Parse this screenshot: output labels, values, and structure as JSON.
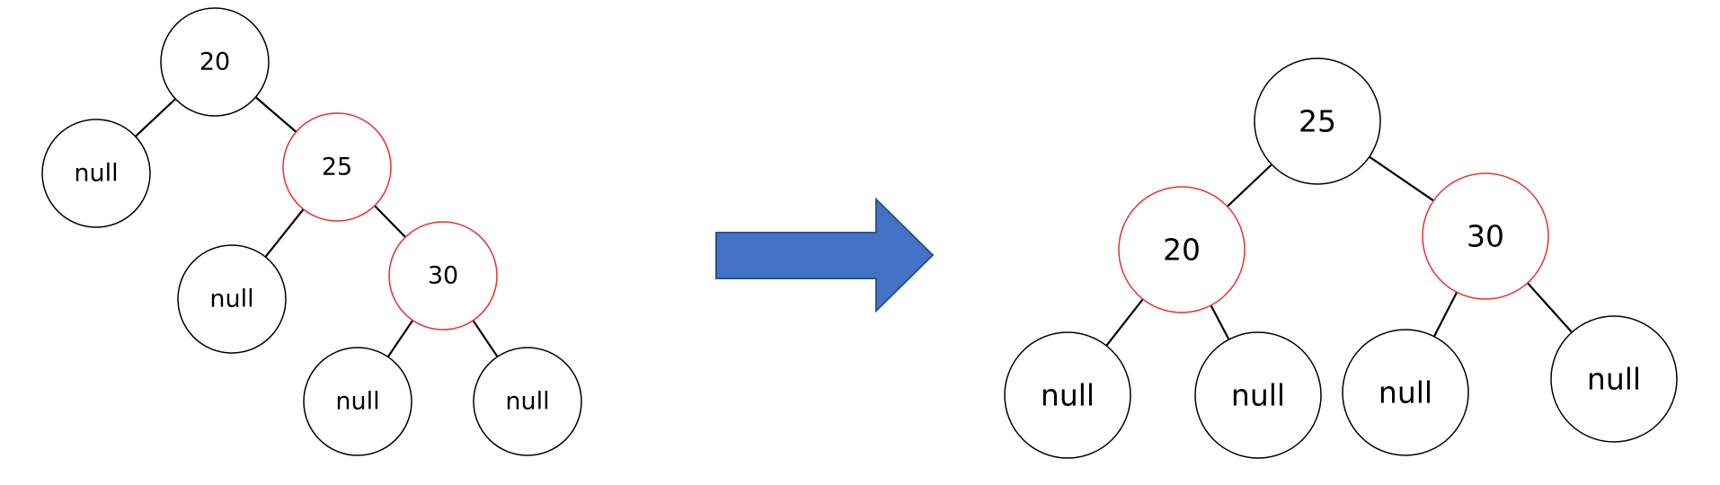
{
  "colors": {
    "black_node": "#000000",
    "red_node": "#e8302e",
    "arrow_fill": "#4472c4",
    "arrow_stroke": "#2f528f"
  },
  "before_tree": {
    "nodes": [
      {
        "id": "b20",
        "label": "20",
        "color": "black"
      },
      {
        "id": "bnull1",
        "label": "null",
        "color": "black"
      },
      {
        "id": "b25",
        "label": "25",
        "color": "red"
      },
      {
        "id": "bnull2",
        "label": "null",
        "color": "black"
      },
      {
        "id": "b30",
        "label": "30",
        "color": "red"
      },
      {
        "id": "bnull3",
        "label": "null",
        "color": "black"
      },
      {
        "id": "bnull4",
        "label": "null",
        "color": "black"
      }
    ],
    "edges": [
      [
        "b20",
        "bnull1"
      ],
      [
        "b20",
        "b25"
      ],
      [
        "b25",
        "bnull2"
      ],
      [
        "b25",
        "b30"
      ],
      [
        "b30",
        "bnull3"
      ],
      [
        "b30",
        "bnull4"
      ]
    ]
  },
  "after_tree": {
    "nodes": [
      {
        "id": "a25",
        "label": "25",
        "color": "black"
      },
      {
        "id": "a20",
        "label": "20",
        "color": "red"
      },
      {
        "id": "a30",
        "label": "30",
        "color": "red"
      },
      {
        "id": "anull1",
        "label": "null",
        "color": "black"
      },
      {
        "id": "anull2",
        "label": "null",
        "color": "black"
      },
      {
        "id": "anull3",
        "label": "null",
        "color": "black"
      },
      {
        "id": "anull4",
        "label": "null",
        "color": "black"
      }
    ],
    "edges": [
      [
        "a25",
        "a20"
      ],
      [
        "a25",
        "a30"
      ],
      [
        "a20",
        "anull1"
      ],
      [
        "a20",
        "anull2"
      ],
      [
        "a30",
        "anull3"
      ],
      [
        "a30",
        "anull4"
      ]
    ]
  }
}
